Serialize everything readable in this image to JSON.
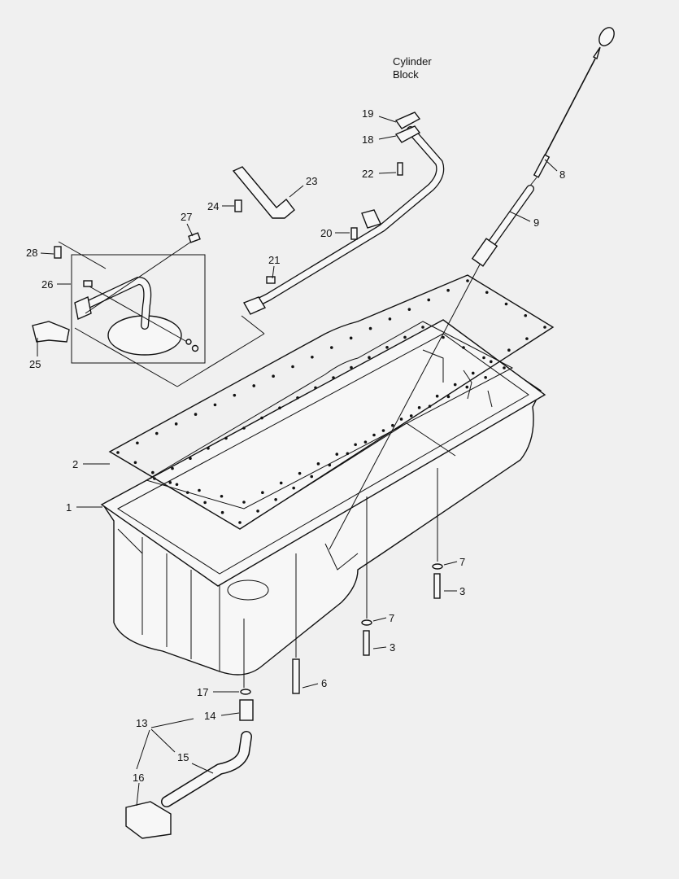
{
  "diagram": {
    "callouts": {
      "cylinder_block_line1": "Cylinder",
      "cylinder_block_line2": "Block",
      "c1": "1",
      "c2": "2",
      "c3a": "3",
      "c3b": "3",
      "c6": "6",
      "c7a": "7",
      "c7b": "7",
      "c8": "8",
      "c9": "9",
      "c13": "13",
      "c14": "14",
      "c15": "15",
      "c16": "16",
      "c17": "17",
      "c18": "18",
      "c19": "19",
      "c20": "20",
      "c21": "21",
      "c22": "22",
      "c23": "23",
      "c24": "24",
      "c25": "25",
      "c26": "26",
      "c27": "27",
      "c28": "28"
    },
    "colors": {
      "background": "#f0f0f0",
      "line": "#111111"
    }
  }
}
